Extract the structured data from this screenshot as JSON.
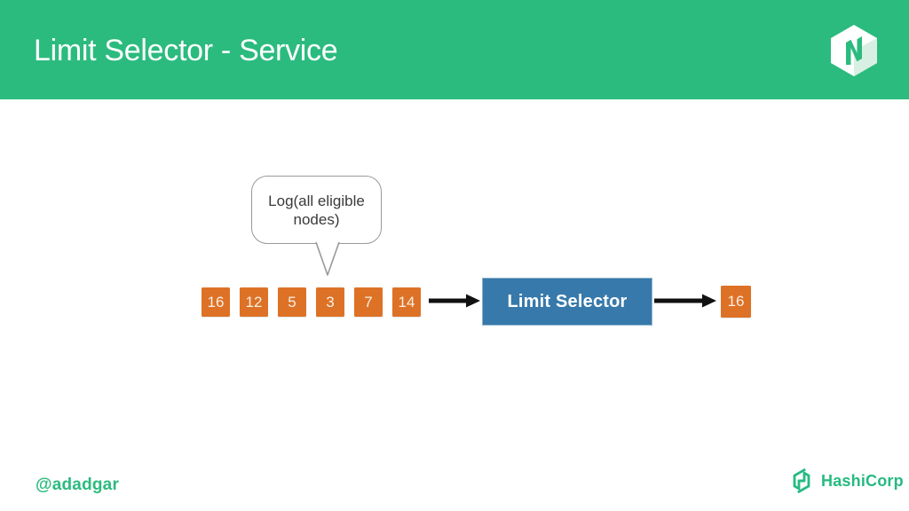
{
  "slide": {
    "header": {
      "title": "Limit Selector - Service"
    },
    "diagram": {
      "callout_text": "Log(all eligible nodes)",
      "input_nodes": [
        "16",
        "12",
        "5",
        "3",
        "7",
        "14"
      ],
      "processor_label": "Limit Selector",
      "output_node": "16"
    },
    "footer": {
      "handle": "@adadgar",
      "brand": "HashiCorp"
    },
    "icons": {
      "header_logo": "nomad-hexagon-logo",
      "footer_logo": "hashicorp-h-mark"
    },
    "colors": {
      "header_green": "#2bbb7e",
      "brand_green": "#25ba81",
      "node_orange": "#dd7226",
      "selector_blue": "#3779aa",
      "arrow_black": "#111111",
      "callout_border_gray": "#999999",
      "nomad_shade_mint": "#d8efe3"
    }
  }
}
